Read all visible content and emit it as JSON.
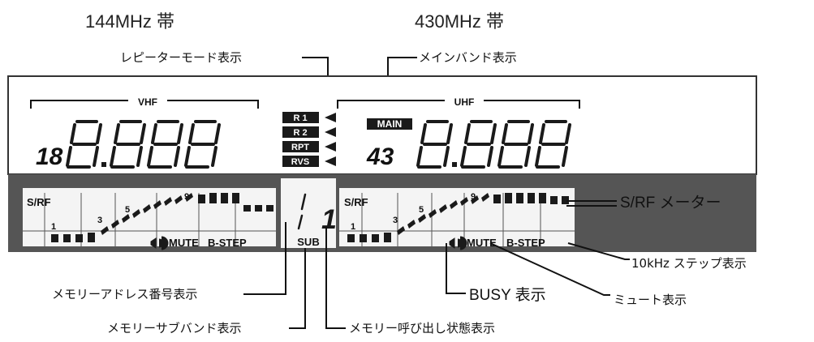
{
  "band_titles": {
    "vhf": "144MHz 帯",
    "uhf": "430MHz 帯"
  },
  "display": {
    "vhf_label": "VHF",
    "uhf_label": "UHF",
    "vhf_prefix": "18",
    "uhf_prefix": "43",
    "repeater_indicators": [
      "R 1",
      "R 2",
      "RPT",
      "RVS"
    ],
    "main_badge": "MAIN",
    "sub_label": "SUB",
    "sub_channel_digit": "1",
    "left_meter": {
      "label": "S/RF",
      "scale": [
        "1",
        "3",
        "5",
        "9"
      ],
      "mute": "MUTE",
      "bstep": "B-STEP"
    },
    "right_meter": {
      "label": "S/RF",
      "scale": [
        "1",
        "3",
        "5",
        "9"
      ],
      "mute": "MUTE",
      "bstep": "B-STEP"
    }
  },
  "callouts": {
    "repeater_mode": "レピーターモード表示",
    "main_band": "メインバンド表示",
    "srf_meter": "S/RF メーター",
    "khz_step": "10kHz ステップ表示",
    "mute": "ミュート表示",
    "busy": "BUSY 表示",
    "memory_address": "メモリーアドレス番号表示",
    "memory_sub_band": "メモリーサブバンド表示",
    "memory_recall": "メモリー呼び出し状態表示"
  }
}
